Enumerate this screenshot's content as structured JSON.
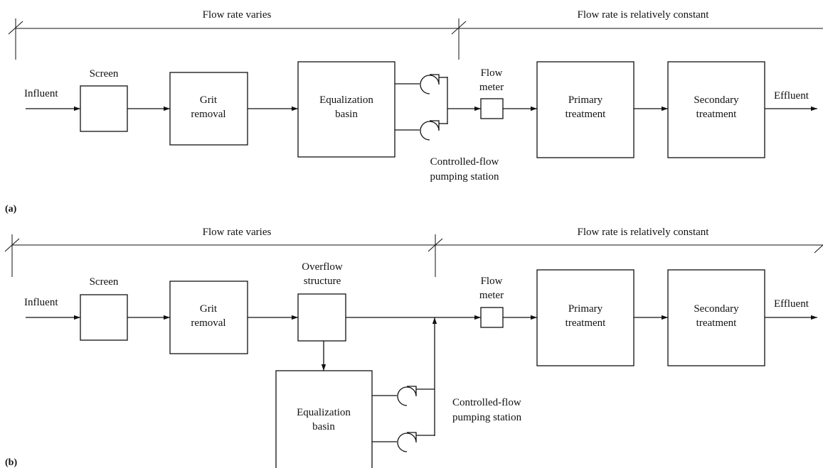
{
  "diagram_a": {
    "tag": "(a)",
    "span_left": "Flow rate varies",
    "span_right": "Flow rate is relatively constant",
    "influent": "Influent",
    "screen": "Screen",
    "grit_1": "Grit",
    "grit_2": "removal",
    "eq_1": "Equalization",
    "eq_2": "basin",
    "meter_1": "Flow",
    "meter_2": "meter",
    "primary_1": "Primary",
    "primary_2": "treatment",
    "secondary_1": "Secondary",
    "secondary_2": "treatment",
    "effluent": "Effluent",
    "pump_1": "Controlled-flow",
    "pump_2": "pumping station"
  },
  "diagram_b": {
    "tag": "(b)",
    "span_left": "Flow rate varies",
    "span_right": "Flow rate is relatively constant",
    "influent": "Influent",
    "screen": "Screen",
    "grit_1": "Grit",
    "grit_2": "removal",
    "overflow_1": "Overflow",
    "overflow_2": "structure",
    "meter_1": "Flow",
    "meter_2": "meter",
    "primary_1": "Primary",
    "primary_2": "treatment",
    "secondary_1": "Secondary",
    "secondary_2": "treatment",
    "effluent": "Effluent",
    "eq_1": "Equalization",
    "eq_2": "basin",
    "pump_1": "Controlled-flow",
    "pump_2": "pumping station"
  }
}
